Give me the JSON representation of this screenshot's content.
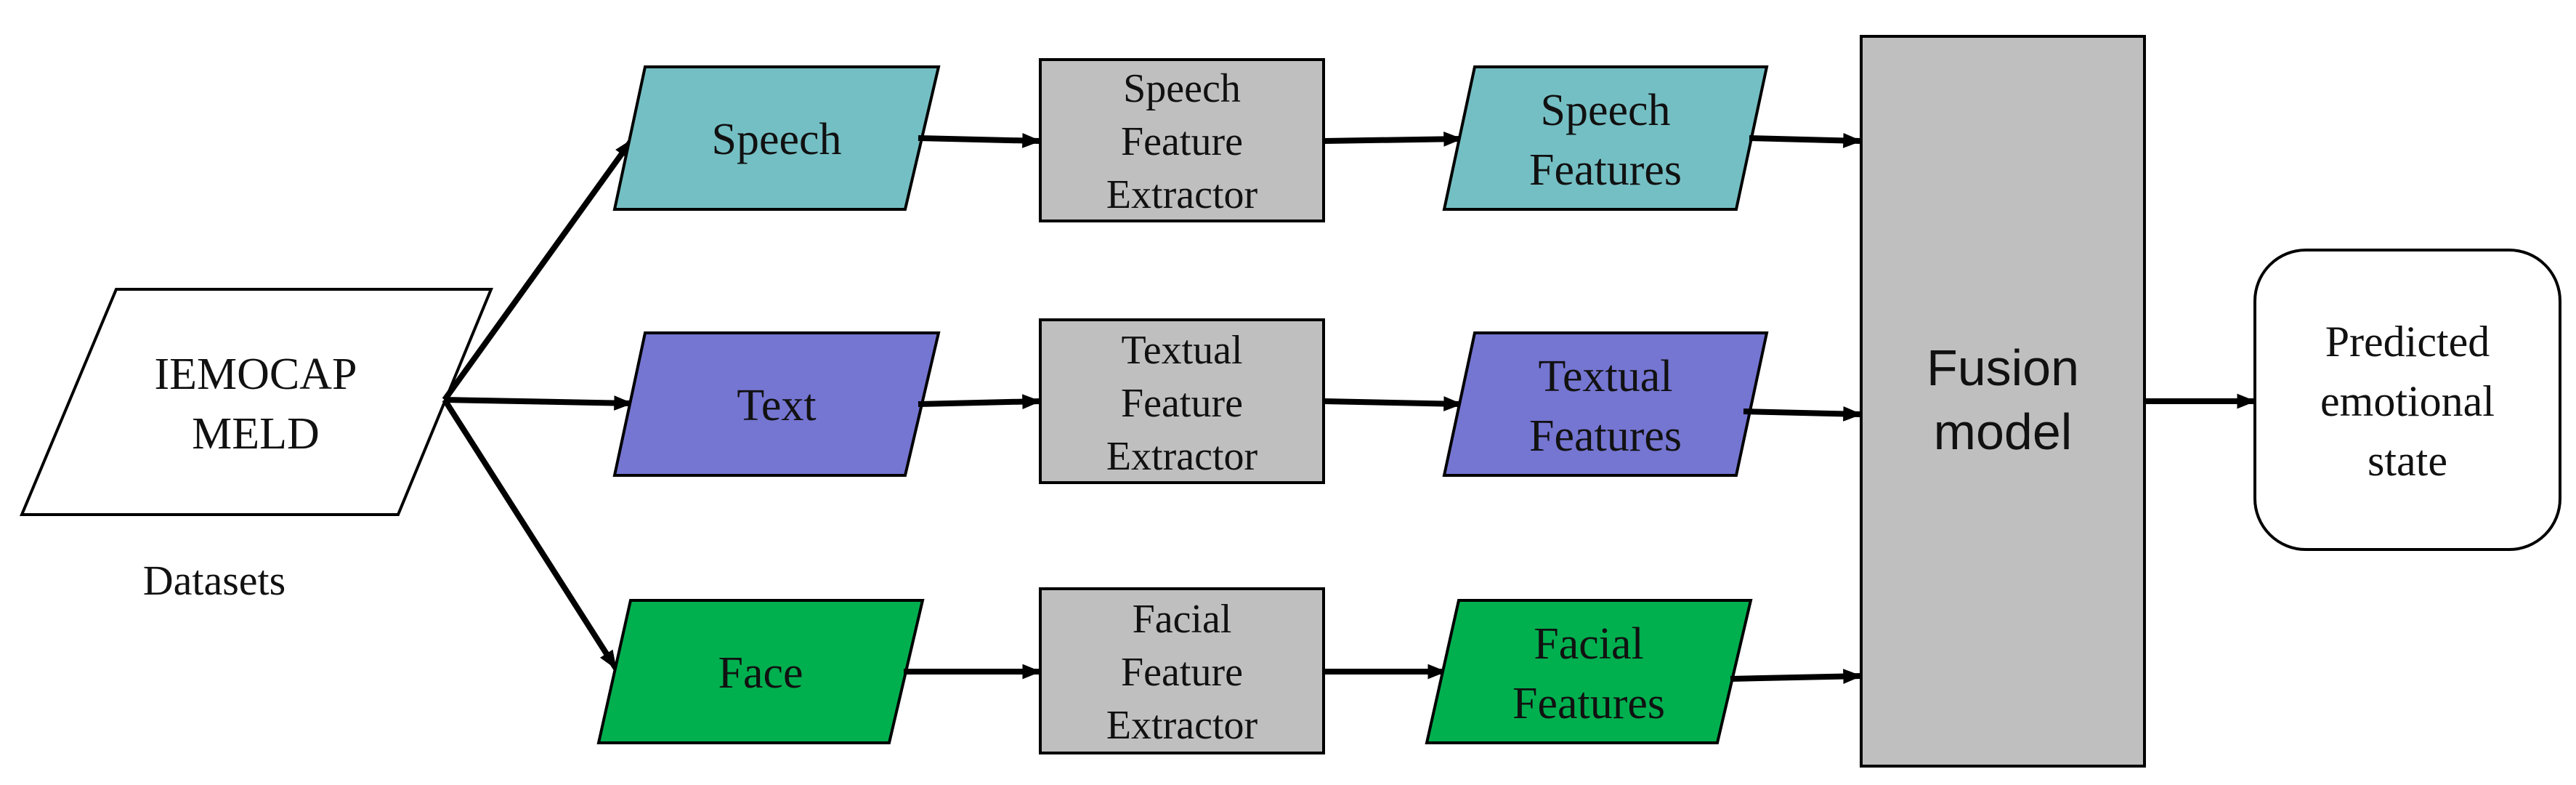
{
  "colors": {
    "speech": "#74bfc4",
    "text": "#7575d2",
    "face": "#00b04f",
    "extractor": "#bfbfbf",
    "fusion": "#bfbfbf",
    "dataset": "#ffffff",
    "output": "#ffffff",
    "stroke": "#000000"
  },
  "dataset": {
    "line1": "IEMOCAP",
    "line2": "MELD",
    "caption": "Datasets"
  },
  "inputs": {
    "speech": "Speech",
    "text": "Text",
    "face": "Face"
  },
  "extractors": {
    "speech": {
      "line1": "Speech",
      "line2": "Feature",
      "line3": "Extractor"
    },
    "text": {
      "line1": "Textual",
      "line2": "Feature",
      "line3": "Extractor"
    },
    "face": {
      "line1": "Facial",
      "line2": "Feature",
      "line3": "Extractor"
    }
  },
  "features": {
    "speech": {
      "line1": "Speech",
      "line2": "Features"
    },
    "text": {
      "line1": "Textual",
      "line2": "Features"
    },
    "face": {
      "line1": "Facial",
      "line2": "Features"
    }
  },
  "fusion": {
    "line1": "Fusion",
    "line2": "model"
  },
  "output": {
    "line1": "Predicted",
    "line2": "emotional",
    "line3": "state"
  }
}
